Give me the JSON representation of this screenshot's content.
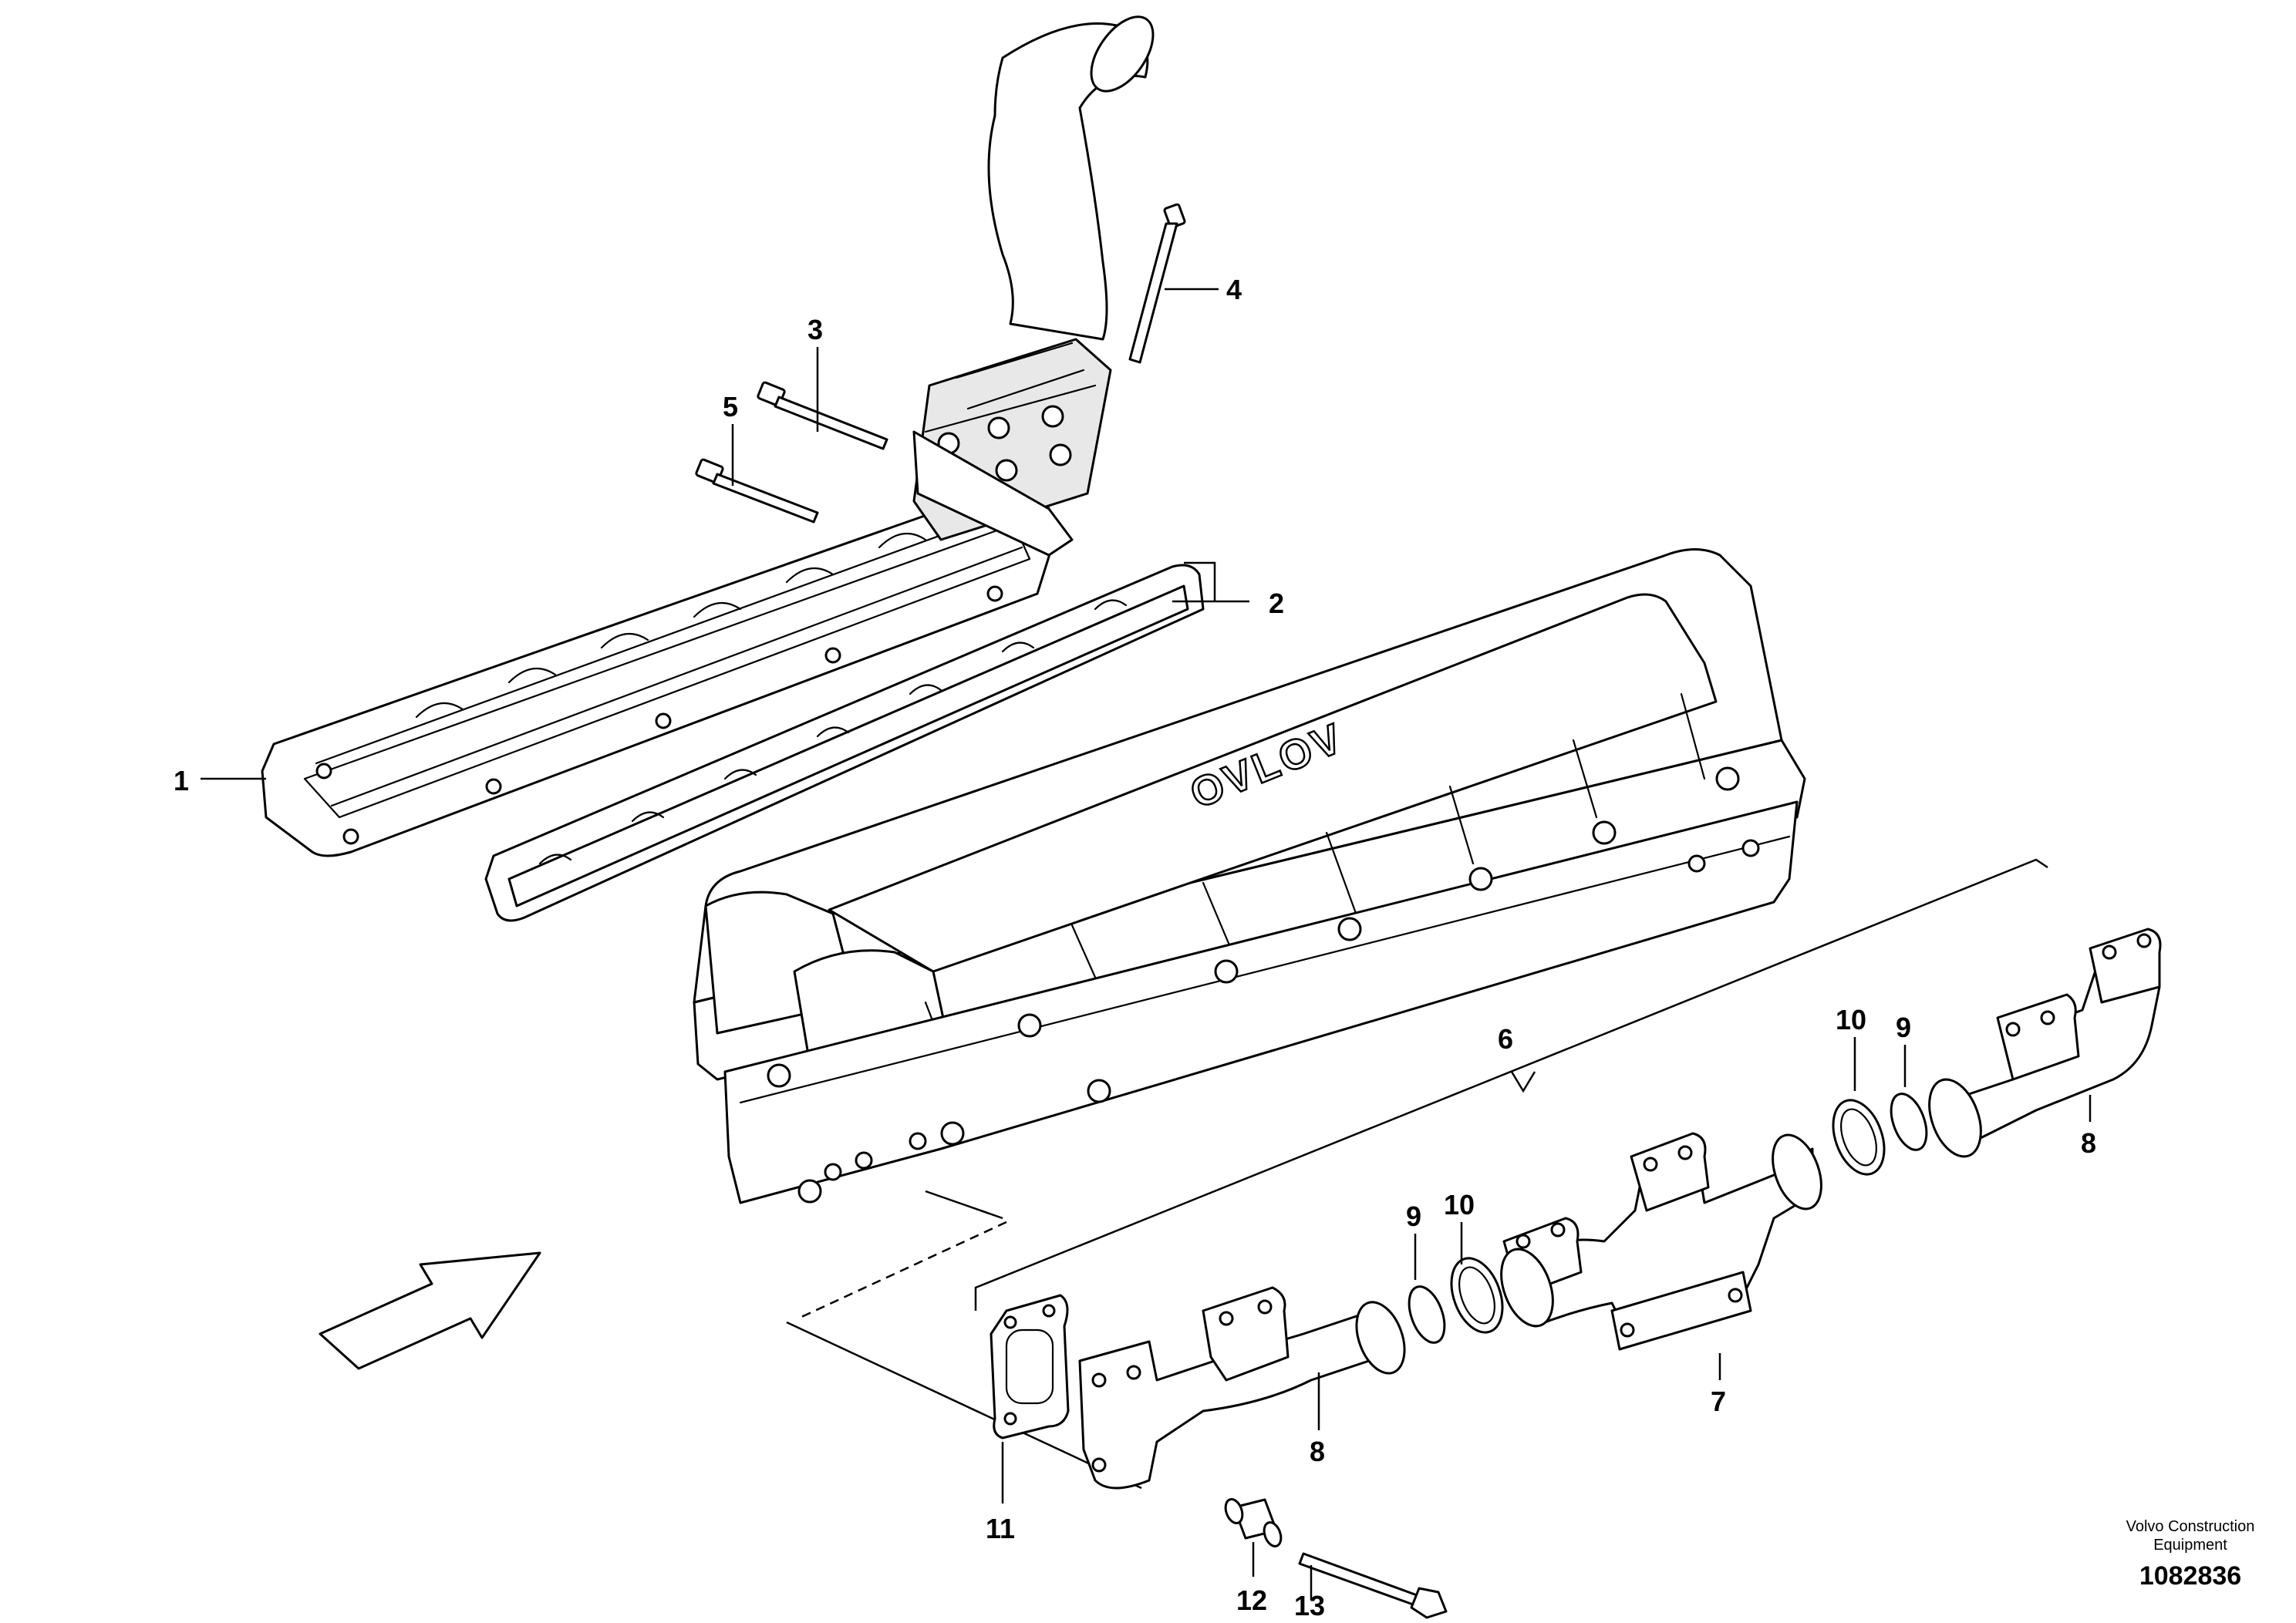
{
  "logo": {
    "engraving": "OVLOV"
  },
  "callouts": [
    {
      "id": "1",
      "text": "1"
    },
    {
      "id": "2",
      "text": "2"
    },
    {
      "id": "3",
      "text": "3"
    },
    {
      "id": "4",
      "text": "4"
    },
    {
      "id": "5",
      "text": "5"
    },
    {
      "id": "6",
      "text": "6"
    },
    {
      "id": "7",
      "text": "7"
    },
    {
      "id": "8a",
      "text": "8"
    },
    {
      "id": "8b",
      "text": "8"
    },
    {
      "id": "9a",
      "text": "9"
    },
    {
      "id": "9b",
      "text": "9"
    },
    {
      "id": "10a",
      "text": "10"
    },
    {
      "id": "10b",
      "text": "10"
    },
    {
      "id": "11",
      "text": "11"
    },
    {
      "id": "12",
      "text": "12"
    },
    {
      "id": "13",
      "text": "13"
    }
  ],
  "brand": {
    "line1": "Volvo Construction",
    "line2": "Equipment"
  },
  "drawing_number": "1082836"
}
